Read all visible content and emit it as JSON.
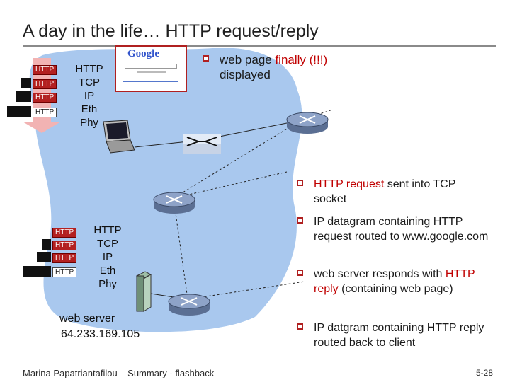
{
  "title": "A day in the life… HTTP request/reply",
  "client_stack": [
    "HTTP",
    "TCP",
    "IP",
    "Eth",
    "Phy"
  ],
  "server_stack": [
    "HTTP",
    "TCP",
    "IP",
    "Eth",
    "Phy"
  ],
  "packet_tag": "HTTP",
  "google_logo": "Google",
  "bullets": {
    "b1_pre": "web page ",
    "b1_red": "finally (!!!)",
    "b1_post": "displayed",
    "b2_red": "HTTP request",
    "b2_post": " sent into TCP socket",
    "b3": "IP datagram containing HTTP request routed to www.google.com",
    "b4_pre": "web server responds with ",
    "b4_red": "HTTP reply",
    "b4_post": " (containing web page)",
    "b5": "IP datgram containing HTTP reply routed back to client"
  },
  "server_label": "web server",
  "server_ip": "64.233.169.105",
  "footer": "Marina Papatriantafilou –  Summary - flashback",
  "page_number": "5-28",
  "colors": {
    "cloud": "#a9c8ee",
    "accent_red": "#c00000",
    "router": "#7a8fb0"
  },
  "icons": [
    "laptop-icon",
    "router-icon",
    "switch-icon",
    "server-icon",
    "bullet-square-icon"
  ]
}
